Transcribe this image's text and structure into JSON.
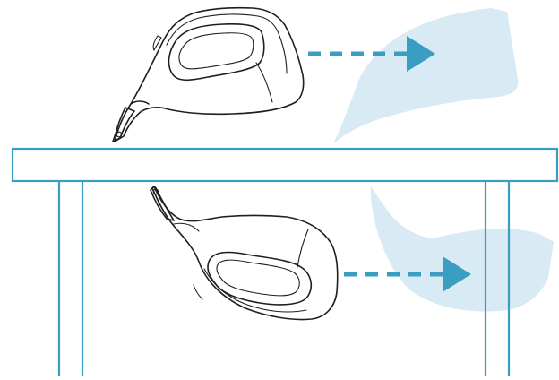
{
  "colors": {
    "structure": "#3a9ec2",
    "arrow": "#3a9ec2",
    "ghost_fill": "#d8eaf3",
    "device_stroke": "#1f1f1f",
    "background": "#ffffff"
  },
  "scene": {
    "top_device": {
      "icon": "handheld-sensor-device",
      "orientation": "upright",
      "motion": "slide-right"
    },
    "bottom_device": {
      "icon": "handheld-sensor-device",
      "orientation": "inverted",
      "motion": "slide-right"
    },
    "surface": "table-top-with-legs"
  }
}
